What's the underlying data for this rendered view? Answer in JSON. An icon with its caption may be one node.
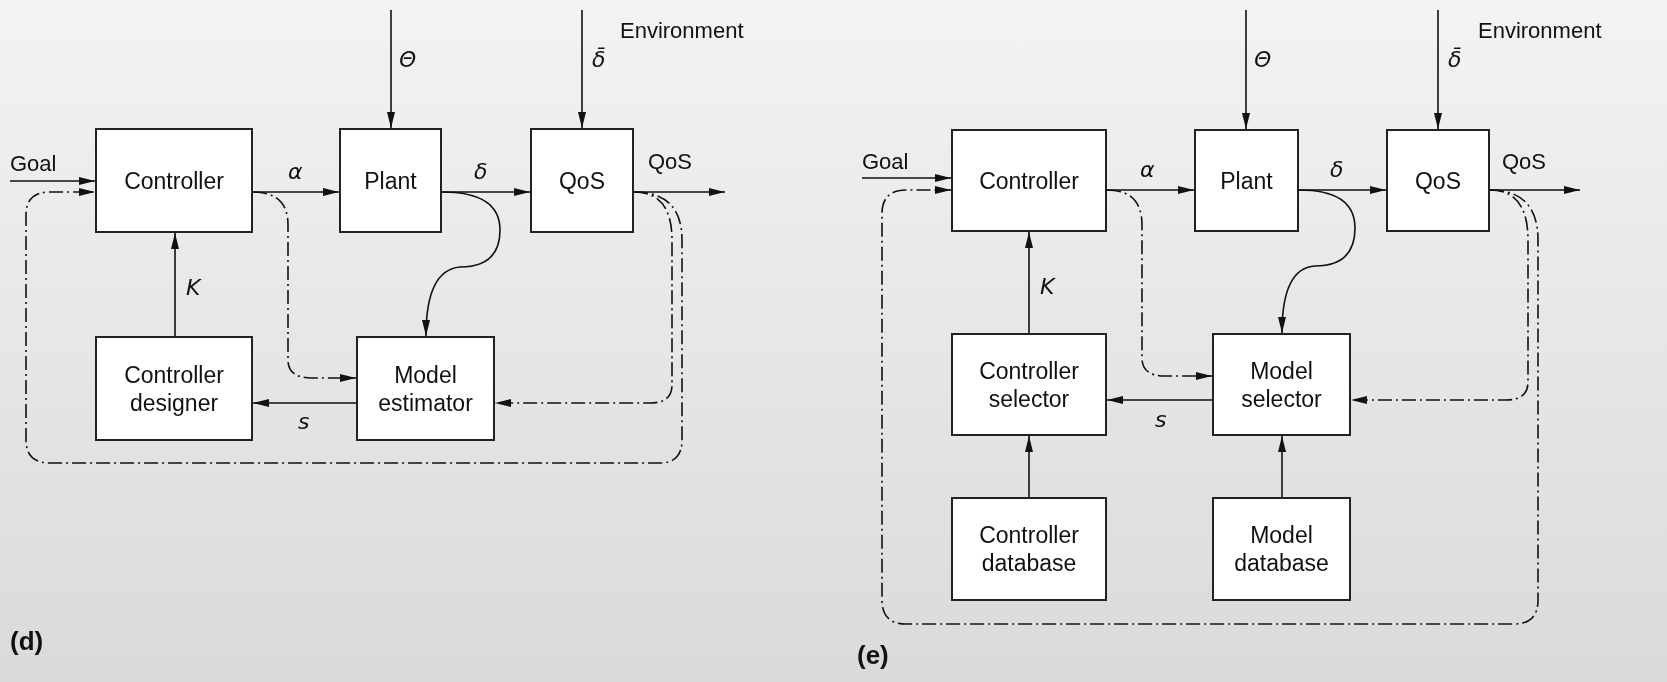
{
  "diagram": {
    "nodes": [
      {
        "text": [
          "Controller"
        ]
      },
      {
        "text": [
          "Plant"
        ]
      },
      {
        "text": [
          "QoS"
        ]
      },
      {
        "text": [
          "Controller designer"
        ]
      },
      {
        "text": [
          "Model estimator"
        ]
      },
      {
        "text": [
          "Controller"
        ]
      },
      {
        "text": [
          "Plant"
        ]
      },
      {
        "text": [
          "QoS"
        ]
      },
      {
        "text": [
          "Controller selector"
        ]
      },
      {
        "text": [
          "Model selector"
        ]
      },
      {
        "text": [
          "Controller database"
        ]
      },
      {
        "text": [
          "Model database"
        ]
      }
    ],
    "edges": [
      {
        "from": null,
        "to": 0,
        "arrow": "to",
        "label": "Goal"
      },
      {
        "from": 0,
        "to": 1,
        "arrow": "to",
        "label": "α"
      },
      {
        "from": null,
        "to": 1,
        "arrow": "to",
        "label": "Θ"
      },
      {
        "from": 1,
        "to": 2,
        "arrow": "to",
        "label": "δ"
      },
      {
        "from": null,
        "to": 2,
        "arrow": "to",
        "label": "δ̄"
      },
      {
        "from": 2,
        "to": null,
        "arrow": "to",
        "label": "QoS"
      },
      {
        "from": 1,
        "to": 4,
        "arrow": "to"
      },
      {
        "from": 0,
        "to": 4,
        "arrow": "to",
        "style": "dashed"
      },
      {
        "from": 2,
        "to": 4,
        "arrow": "to",
        "style": "dashed"
      },
      {
        "from": 4,
        "to": 3,
        "arrow": "to",
        "label": "s"
      },
      {
        "from": 3,
        "to": 0,
        "arrow": "to",
        "label": "K"
      },
      {
        "from": 2,
        "to": 0,
        "arrow": "to",
        "style": "dashed"
      },
      {
        "from": null,
        "to": 5,
        "arrow": "to",
        "label": "Goal"
      },
      {
        "from": 5,
        "to": 6,
        "arrow": "to",
        "label": "α"
      },
      {
        "from": null,
        "to": 6,
        "arrow": "to",
        "label": "Θ"
      },
      {
        "from": 6,
        "to": 7,
        "arrow": "to",
        "label": "δ"
      },
      {
        "from": null,
        "to": 7,
        "arrow": "to",
        "label": "δ̄"
      },
      {
        "from": 7,
        "to": null,
        "arrow": "to",
        "label": "QoS"
      },
      {
        "from": 6,
        "to": 9,
        "arrow": "to"
      },
      {
        "from": 5,
        "to": 9,
        "arrow": "to",
        "style": "dashed"
      },
      {
        "from": 7,
        "to": 9,
        "arrow": "to",
        "style": "dashed"
      },
      {
        "from": 9,
        "to": 8,
        "arrow": "to",
        "label": "s"
      },
      {
        "from": 8,
        "to": 5,
        "arrow": "to",
        "label": "K"
      },
      {
        "from": 10,
        "to": 8,
        "arrow": "to"
      },
      {
        "from": 11,
        "to": 9,
        "arrow": "to"
      },
      {
        "from": 7,
        "to": 5,
        "arrow": "to",
        "style": "dashed"
      }
    ],
    "labels": [
      "Environment",
      "Environment",
      "(d)",
      "(e)"
    ]
  }
}
